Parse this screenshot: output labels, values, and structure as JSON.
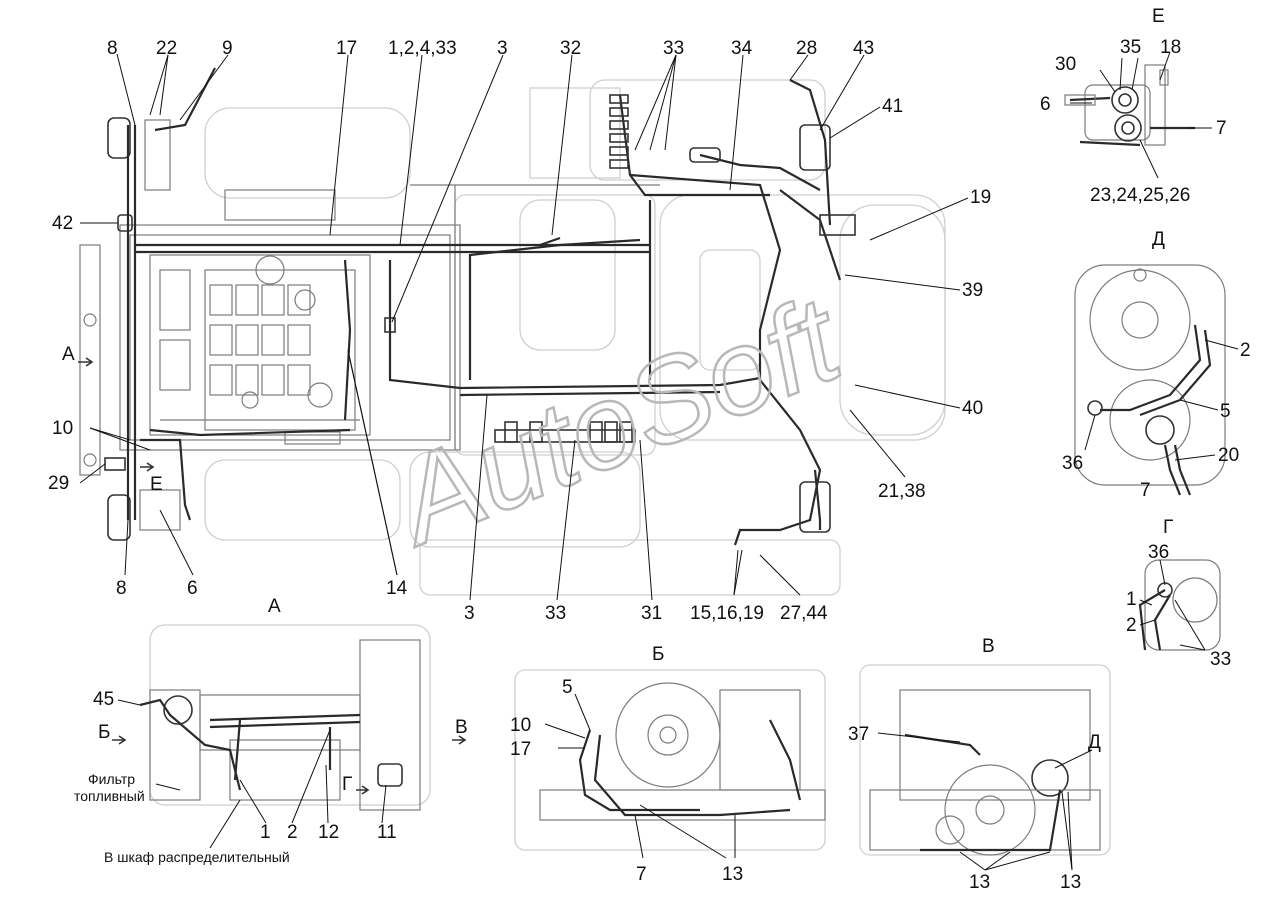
{
  "diagram": {
    "watermark": "AutoSoft",
    "callouts_main": [
      "8",
      "22",
      "9",
      "17",
      "1,2,4,33",
      "3",
      "32",
      "33",
      "34",
      "28",
      "43",
      "41",
      "19",
      "39",
      "40",
      "21,38",
      "42",
      "10",
      "29",
      "8",
      "6",
      "14",
      "3",
      "33",
      "31",
      "15,16,19",
      "27,44"
    ],
    "view_letters": {
      "A_left": "А",
      "E_main": "Е",
      "A_title": "А",
      "B_title": "Б",
      "V_title": "В",
      "E_title": "Е",
      "D_title": "Д",
      "G_title": "Г",
      "B_arrow": "Б",
      "V_arrow": "В",
      "G_arrow": "Г",
      "D_in_V": "Д"
    },
    "view_E_callouts": [
      "35",
      "18",
      "30",
      "6",
      "7",
      "23,24,25,26"
    ],
    "view_D_callouts": [
      "2",
      "5",
      "36",
      "20",
      "7"
    ],
    "view_G_callouts": [
      "36",
      "1",
      "2",
      "33"
    ],
    "view_A_callouts": [
      "45",
      "1",
      "2",
      "12",
      "11"
    ],
    "view_A_texts": {
      "filter": "Фильтр топливный",
      "filter_line1": "Фильтр",
      "filter_line2": "топливный",
      "cabinet": "В шкаф распределительный"
    },
    "view_B_callouts": [
      "5",
      "10",
      "17",
      "7",
      "13"
    ],
    "view_V_callouts": [
      "37",
      "13",
      "13"
    ]
  }
}
